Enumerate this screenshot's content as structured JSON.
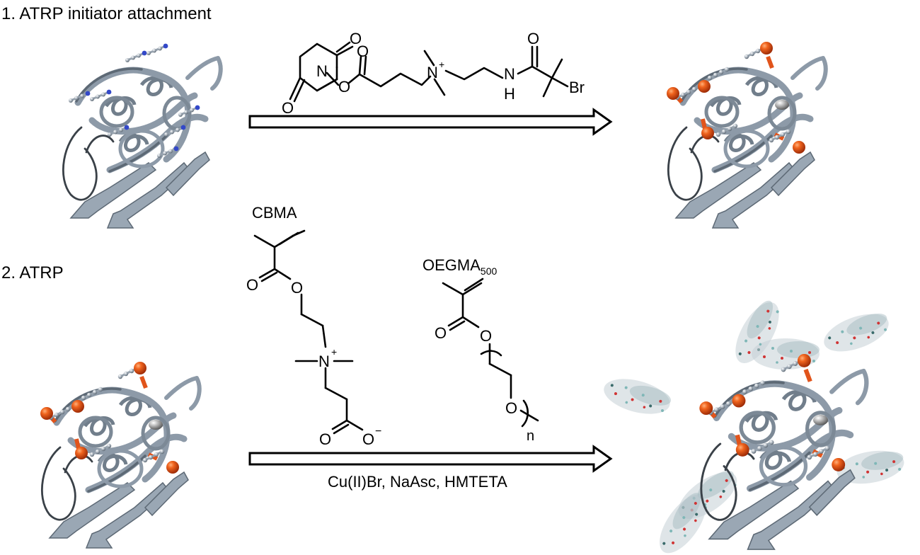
{
  "step1": {
    "label": "1. ATRP initiator attachment"
  },
  "step2": {
    "label": "2. ATRP"
  },
  "initiator": {
    "atoms": {
      "O_top": "O",
      "N_ring": "N",
      "O_ester1": "O",
      "O_carbonyl": "O",
      "O_bottom": "O",
      "N_plus": "N",
      "charge_plus": "+",
      "O_amide": "O",
      "N_amide": "N",
      "H_amide": "H",
      "Br": "Br"
    }
  },
  "cbma": {
    "name": "CBMA",
    "atoms": {
      "O_carbonyl": "O",
      "O_ester": "O",
      "N_plus": "N",
      "charge_plus": "+",
      "O_carboxyl": "O",
      "O_minus": "O",
      "charge_minus": "−"
    }
  },
  "oegma": {
    "name": "OEGMA",
    "subscript": "500",
    "atoms": {
      "O_carbonyl": "O",
      "O_ester": "O",
      "O_chain": "O",
      "n": "n"
    }
  },
  "conditions": "Cu(II)Br, NaAsc, HMTETA",
  "colors": {
    "ribbon": "#8d9aa8",
    "initiator_sphere": "#e1541b",
    "amine_nitrogen": "#3348c8",
    "polymer_carbon": "#7fb7b7",
    "polymer_oxygen": "#d03434"
  }
}
